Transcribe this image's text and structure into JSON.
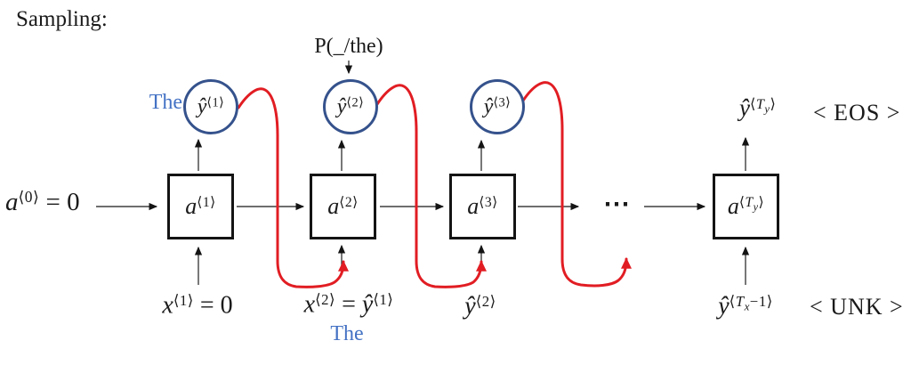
{
  "colors": {
    "red": "#e11d23",
    "circle_blue": "#35528c",
    "word_blue": "#4472c4",
    "ink": "#1a1a1a",
    "line": "#3f3f3f"
  },
  "title": "Sampling:",
  "prob_label": "P(_/the)",
  "initial_activation": {
    "base": "a",
    "sup": "⟨0⟩",
    "rest": " = 0"
  },
  "cells": [
    {
      "base": "a",
      "sup": "⟨1⟩"
    },
    {
      "base": "a",
      "sup": "⟨2⟩"
    },
    {
      "base": "a",
      "sup": "⟨3⟩"
    },
    {
      "base": "a",
      "sup_pre": "⟨",
      "sup_var": "T",
      "sub": "y",
      "sup_post": "⟩"
    }
  ],
  "outputs": [
    {
      "base": "ŷ",
      "sup": "⟨1⟩"
    },
    {
      "base": "ŷ",
      "sup": "⟨2⟩"
    },
    {
      "base": "ŷ",
      "sup": "⟨3⟩"
    }
  ],
  "final_output": {
    "base": "ŷ",
    "sup_pre": "⟨",
    "sup_var": "T",
    "sub": "y",
    "sup_post": "⟩"
  },
  "eos_token": "< EOS >",
  "unk_token": "< UNK >",
  "sampled_word_top": "The",
  "sampled_word_bottom": "The",
  "inputs": {
    "x1": {
      "base": "x",
      "sup": "⟨1⟩",
      "rest": " = 0"
    },
    "x2": {
      "base_a": "x",
      "sup_a": "⟨2⟩",
      "eq": " = ",
      "base_b": "ŷ",
      "sup_b": "⟨1⟩"
    },
    "y2": {
      "base": "ŷ",
      "sup": "⟨2⟩"
    },
    "y_tx": {
      "base": "ŷ",
      "sup_pre": "⟨",
      "sup_var": "T",
      "sub": "x",
      "sup_post": "−1⟩"
    }
  },
  "ellipsis": "⋯"
}
